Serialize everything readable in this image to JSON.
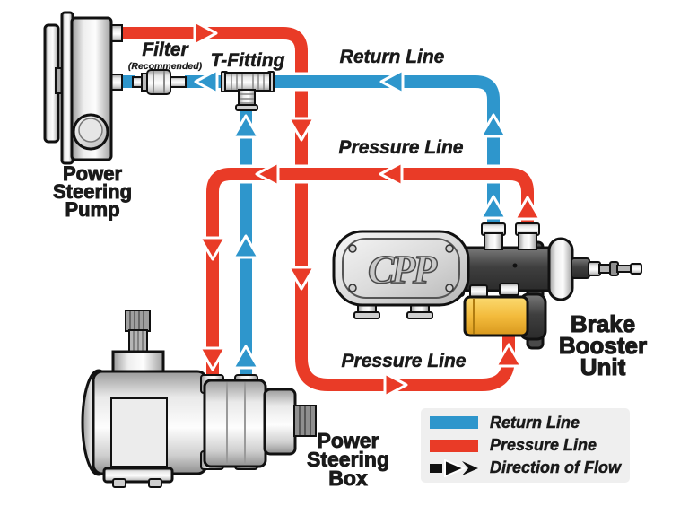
{
  "diagram": {
    "pump_label": {
      "line1": "Power",
      "line2": "Steering",
      "line3": "Pump"
    },
    "filter_label": {
      "line1": "Filter",
      "line2": "(Recommended)"
    },
    "t_fitting_label": "T-Fitting",
    "return_line_label": "Return Line",
    "pressure_line_upper_label": "Pressure Line",
    "pressure_line_lower_label": "Pressure Line",
    "booster_label": {
      "line1": "Brake",
      "line2": "Booster",
      "line3": "Unit"
    },
    "box_label": {
      "line1": "Power",
      "line2": "Steering",
      "line3": "Box"
    },
    "booster_logo": "CPP"
  },
  "legend": {
    "items": [
      {
        "key": "return",
        "label": "Return Line",
        "color": "#2E96CC"
      },
      {
        "key": "pressure",
        "label": "Pressure Line",
        "color": "#E93B27"
      },
      {
        "key": "flow",
        "label": "Direction of Flow",
        "color": "#1A1A1A"
      }
    ]
  },
  "colors": {
    "return_line": "#2E96CC",
    "pressure_line": "#E93B27",
    "highlight_yellow": "#F3BB3C",
    "legend_bg": "#EFEFEF",
    "ink": "#1A1A1A"
  }
}
